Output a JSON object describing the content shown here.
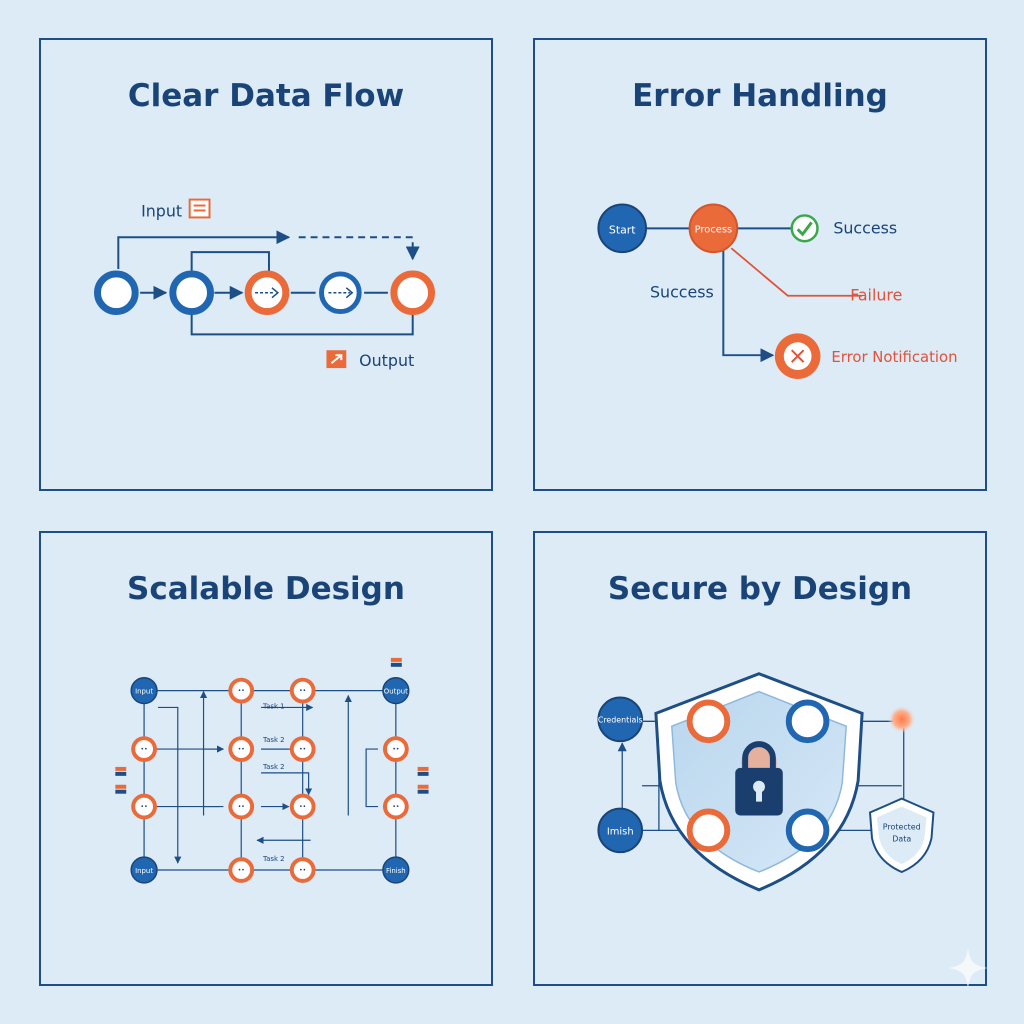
{
  "panels": {
    "data_flow": {
      "title": "Clear Data Flow",
      "input_label": "Input",
      "output_label": "Output",
      "colors": {
        "blue": "#2166b0",
        "orange": "#ea6a3a",
        "line": "#1d4e85"
      }
    },
    "error_handling": {
      "title": "Error Handling",
      "start_label": "Start",
      "process_label": "Process",
      "success_label": "Success",
      "success_branch_label": "Success",
      "failure_label": "Failure",
      "error_label": "Error Notification",
      "colors": {
        "success": "#3aa84a",
        "failure": "#e0533a"
      }
    },
    "scalable": {
      "title": "Scalable Design",
      "node_input_top": "Input",
      "node_output_top": "Output",
      "node_input_bottom": "Input",
      "node_finish": "Finish",
      "inner_node_label": "••",
      "task_labels": [
        "Task 1",
        "Task 2",
        "Task 2",
        "Task 2"
      ]
    },
    "secure": {
      "title": "Secure by Design",
      "credentials_label": "Credentials",
      "bottom_left_label": "Imish",
      "protected_label_line1": "Protected",
      "protected_label_line2": "Data",
      "icons": [
        "shield-icon",
        "lock-icon"
      ]
    }
  }
}
